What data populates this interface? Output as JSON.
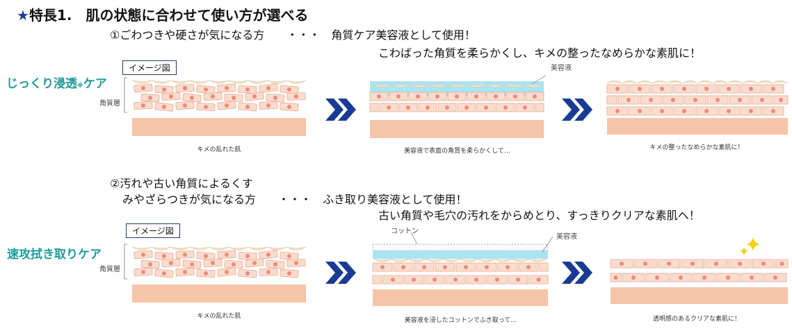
{
  "title": {
    "star": "★",
    "text": "特長1.　肌の状態に合わせて使い方が選べる"
  },
  "section1": {
    "heading": "①ごわつきや硬さが気になる方　　・・・　角質ケア美容液として使用！",
    "subheading": "こわばった角質を柔らかくし、キメの整ったなめらかな素肌に！",
    "side_label": "じっくり浸透",
    "side_mark": "※",
    "side_label_2": "ケア",
    "image_label": "イメージ図",
    "layer_label": "角質層",
    "serum_label": "美容液",
    "captions": [
      "キメの乱れた肌",
      "美容液で表面の角質を柔らかくして…",
      "キメの整ったなめらかな素肌に！"
    ]
  },
  "section2": {
    "heading_1": "②汚れや古い角質によるくす",
    "heading_2": "みやざらつきが気になる方　　・・・　ふき取り美容液として使用！",
    "subheading": "古い角質や毛穴の汚れをからめとり、すっきりクリアな素肌へ！",
    "side_label": "速攻拭き取りケア",
    "image_label": "イメージ図",
    "layer_label": "角質層",
    "cotton_label": "コットン",
    "serum_label": "美容液",
    "captions": [
      "キメの乱れた肌",
      "美容液を浸したコットンでふき取って…",
      "透明感のあるクリアな素肌に！"
    ]
  },
  "colors": {
    "arrow": "#1a3b93",
    "cell": "#f9dccd",
    "cell_border": "#e8a98f",
    "dot": "#ee8a7a",
    "base": "#f6c4a9",
    "serum": "#a9e4f2",
    "flake": "#f3e2c8",
    "teal": "#1f9a9a",
    "sparkle": "#f2d21b"
  }
}
